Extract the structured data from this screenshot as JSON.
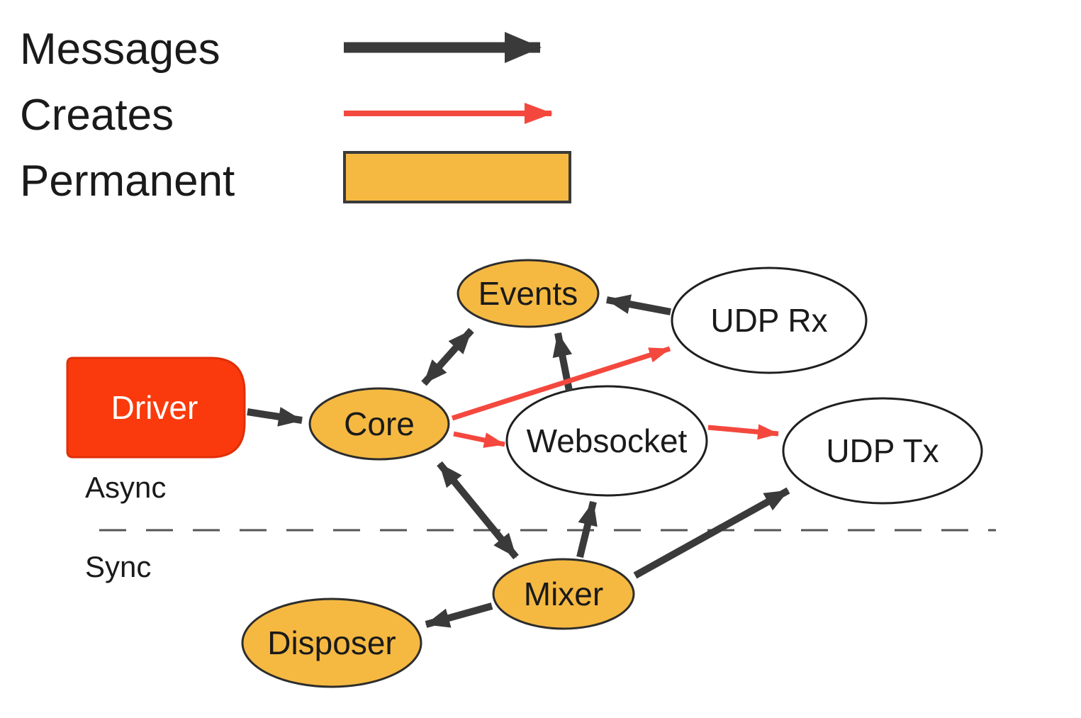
{
  "legend": {
    "items": [
      {
        "label": "Messages",
        "type": "arrow",
        "color": "#3a3a3a"
      },
      {
        "label": "Creates",
        "type": "arrow",
        "color": "#f4483e"
      },
      {
        "label": "Permanent",
        "type": "box",
        "color": "#f5b942"
      }
    ]
  },
  "sections": {
    "async_label": "Async",
    "sync_label": "Sync"
  },
  "nodes": [
    {
      "id": "events",
      "label": "Events",
      "kind": "permanent"
    },
    {
      "id": "udp-rx",
      "label": "UDP Rx",
      "kind": "transient"
    },
    {
      "id": "driver",
      "label": "Driver",
      "kind": "driver"
    },
    {
      "id": "core",
      "label": "Core",
      "kind": "permanent"
    },
    {
      "id": "websocket",
      "label": "Websocket",
      "kind": "transient"
    },
    {
      "id": "udp-tx",
      "label": "UDP Tx",
      "kind": "transient"
    },
    {
      "id": "mixer",
      "label": "Mixer",
      "kind": "permanent"
    },
    {
      "id": "disposer",
      "label": "Disposer",
      "kind": "permanent"
    }
  ],
  "edges": [
    {
      "from": "Core",
      "to": "Events",
      "type": "messages",
      "bidirectional": true
    },
    {
      "from": "UDP Rx",
      "to": "Events",
      "type": "messages",
      "bidirectional": false
    },
    {
      "from": "Websocket",
      "to": "Events",
      "type": "messages",
      "bidirectional": false
    },
    {
      "from": "Driver",
      "to": "Core",
      "type": "messages",
      "bidirectional": false
    },
    {
      "from": "Core",
      "to": "Mixer",
      "type": "messages",
      "bidirectional": true
    },
    {
      "from": "Mixer",
      "to": "Websocket",
      "type": "messages",
      "bidirectional": false
    },
    {
      "from": "Mixer",
      "to": "UDP Tx",
      "type": "messages",
      "bidirectional": false
    },
    {
      "from": "Mixer",
      "to": "Disposer",
      "type": "messages",
      "bidirectional": false
    },
    {
      "from": "Core",
      "to": "UDP Rx",
      "type": "creates",
      "bidirectional": false
    },
    {
      "from": "Core",
      "to": "Websocket",
      "type": "creates",
      "bidirectional": false
    },
    {
      "from": "Websocket",
      "to": "UDP Tx",
      "type": "creates",
      "bidirectional": false
    }
  ],
  "colors": {
    "messages_arrow": "#3a3a3a",
    "creates_arrow": "#f4483e",
    "permanent_fill": "#f5b942",
    "driver_fill": "#fa3a0c",
    "text": "#1a1a1a"
  }
}
